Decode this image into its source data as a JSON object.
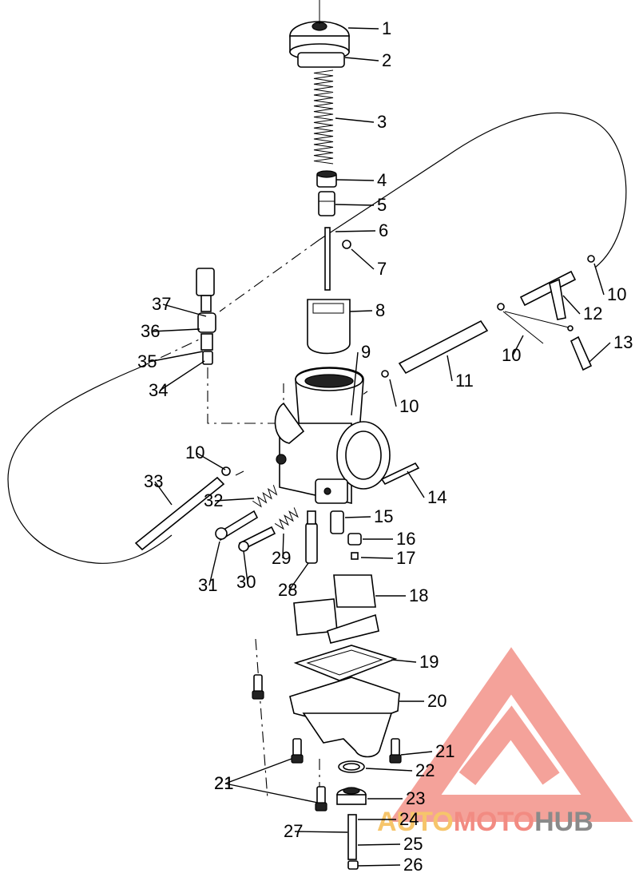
{
  "callouts": [
    "1",
    "2",
    "3",
    "4",
    "5",
    "6",
    "7",
    "8",
    "9",
    "10",
    "11",
    "12",
    "13",
    "14",
    "15",
    "16",
    "17",
    "18",
    "19",
    "20",
    "21",
    "22",
    "23",
    "24",
    "25",
    "26",
    "27",
    "28",
    "29",
    "30",
    "31",
    "32",
    "33",
    "34",
    "35",
    "36",
    "37"
  ],
  "extra_callouts": {
    "c10b": "10",
    "c10c": "10",
    "c10d": "10",
    "c21b": "21",
    "c21c": "21"
  },
  "logo": {
    "word_part1": "AUTO",
    "word_part2": "MOTO",
    "word_part3": "HUB"
  },
  "colors": {
    "logo_red": "#f28b82",
    "logo_orange": "#f6c56b",
    "logo_grey": "#8a8a8a",
    "ink": "#000000"
  }
}
